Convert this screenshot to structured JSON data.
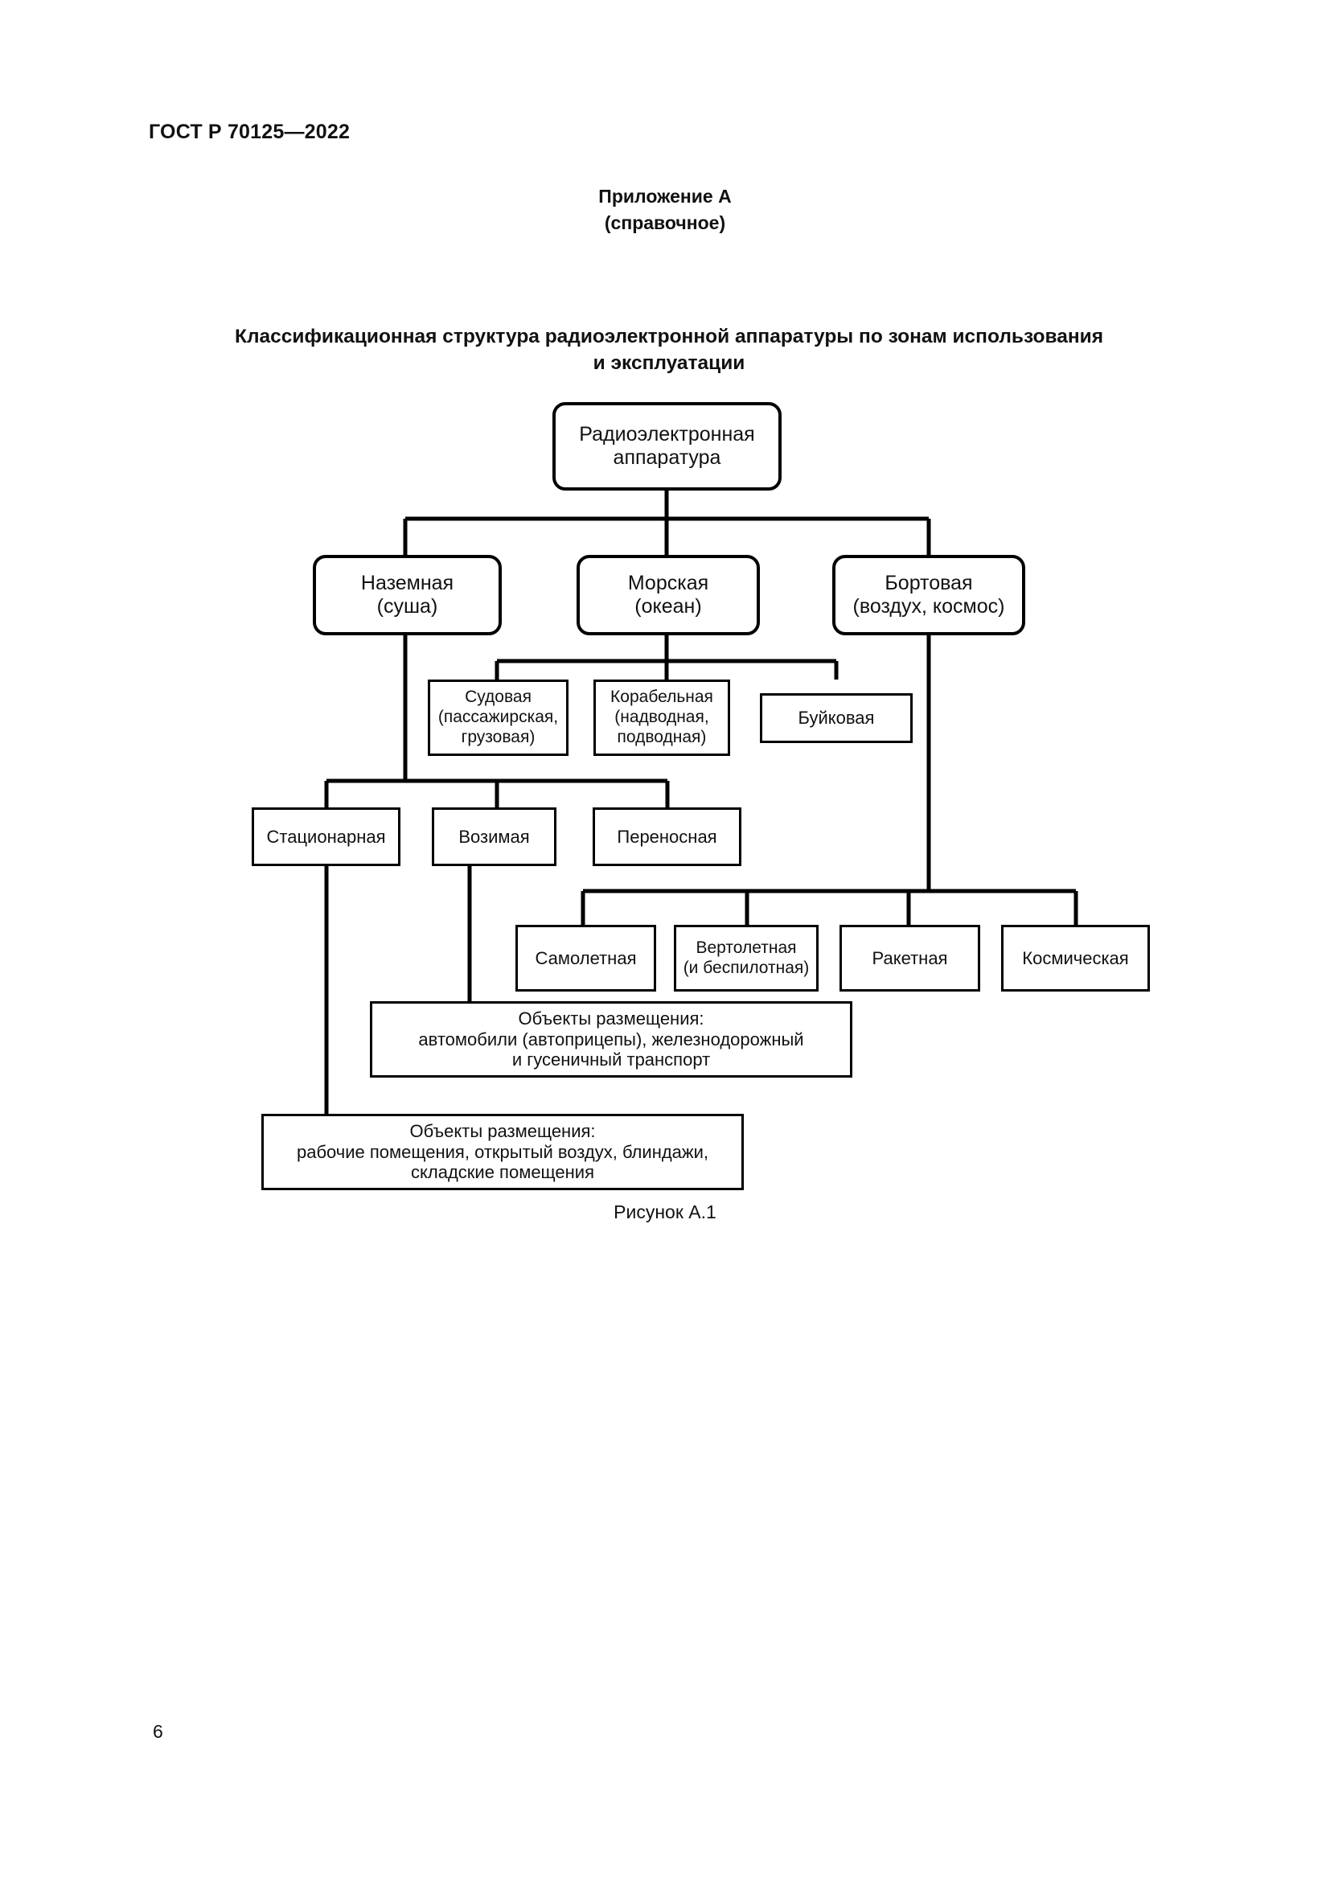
{
  "document": {
    "running_head": "ГОСТ Р 70125—2022",
    "page_number": "6"
  },
  "annex": {
    "title": "Приложение А",
    "subtitle": "(справочное)"
  },
  "figure": {
    "title_line1": "Классификационная структура радиоэлектронной аппаратуры по зонам использования",
    "title_line2": "и  эксплуатации",
    "caption": "Рисунок А.1"
  },
  "chart_data": {
    "type": "diagram",
    "diagram_kind": "tree-classification",
    "title": "Классификационная структура радиоэлектронной аппаратуры по зонам использования и  эксплуатации",
    "nodes": [
      {
        "id": "root",
        "label": "Радиоэлектронная\nаппаратура",
        "level": 0,
        "shape": "rounded-rect"
      },
      {
        "id": "land",
        "label": "Наземная\n(суша)",
        "level": 1,
        "shape": "rounded-rect"
      },
      {
        "id": "sea",
        "label": "Морская\n(океан)",
        "level": 1,
        "shape": "rounded-rect"
      },
      {
        "id": "air",
        "label": "Бортовая\n(воздух, космос)",
        "level": 1,
        "shape": "rounded-rect"
      },
      {
        "id": "ship",
        "label": "Судовая\n(пассажирская,\nгрузовая)",
        "level": 2,
        "shape": "rect"
      },
      {
        "id": "naval",
        "label": "Корабельная\n(надводная,\nподводная)",
        "level": 2,
        "shape": "rect"
      },
      {
        "id": "buoy",
        "label": "Буйковая",
        "level": 2,
        "shape": "rect"
      },
      {
        "id": "stationary",
        "label": "Стационарная",
        "level": 2,
        "shape": "rect"
      },
      {
        "id": "vehicular",
        "label": "Возимая",
        "level": 2,
        "shape": "rect"
      },
      {
        "id": "portable",
        "label": "Переносная",
        "level": 2,
        "shape": "rect"
      },
      {
        "id": "aircraft",
        "label": "Самолетная",
        "level": 2,
        "shape": "rect"
      },
      {
        "id": "helicopter",
        "label": "Вертолетная\n(и беспилотная)",
        "level": 2,
        "shape": "rect"
      },
      {
        "id": "rocket",
        "label": "Ракетная",
        "level": 2,
        "shape": "rect"
      },
      {
        "id": "space",
        "label": "Космическая",
        "level": 2,
        "shape": "rect"
      },
      {
        "id": "transport",
        "label": "Объекты размещения:\nавтомобили (автоприцепы), железнодорожный\nи гусеничный транспорт",
        "level": 3,
        "shape": "rect"
      },
      {
        "id": "premises",
        "label": "Объекты размещения:\nрабочие помещения, открытый воздух, блиндажи,\nскладские помещения",
        "level": 3,
        "shape": "rect"
      }
    ],
    "edges": [
      {
        "from": "root",
        "to": "land"
      },
      {
        "from": "root",
        "to": "sea"
      },
      {
        "from": "root",
        "to": "air"
      },
      {
        "from": "sea",
        "to": "ship"
      },
      {
        "from": "sea",
        "to": "naval"
      },
      {
        "from": "sea",
        "to": "buoy"
      },
      {
        "from": "land",
        "to": "stationary"
      },
      {
        "from": "land",
        "to": "vehicular"
      },
      {
        "from": "land",
        "to": "portable"
      },
      {
        "from": "air",
        "to": "aircraft"
      },
      {
        "from": "air",
        "to": "helicopter"
      },
      {
        "from": "air",
        "to": "rocket"
      },
      {
        "from": "air",
        "to": "space"
      },
      {
        "from": "vehicular",
        "to": "transport"
      },
      {
        "from": "stationary",
        "to": "premises"
      }
    ]
  },
  "nodes": {
    "root": {
      "label": "Радиоэлектронная\nаппаратура"
    },
    "land": {
      "label": "Наземная\n(суша)"
    },
    "sea": {
      "label": "Морская\n(океан)"
    },
    "air": {
      "label": "Бортовая\n(воздух, космос)"
    },
    "ship": {
      "label": "Судовая\n(пассажирская,\nгрузовая)"
    },
    "naval": {
      "label": "Корабельная\n(надводная,\nподводная)"
    },
    "buoy": {
      "label": "Буйковая"
    },
    "stationary": {
      "label": "Стационарная"
    },
    "vehicular": {
      "label": "Возимая"
    },
    "portable": {
      "label": "Переносная"
    },
    "aircraft": {
      "label": "Самолетная"
    },
    "helicopter": {
      "label": "Вертолетная\n(и беспилотная)"
    },
    "rocket": {
      "label": "Ракетная"
    },
    "space": {
      "label": "Космическая"
    },
    "transport": {
      "label": "Объекты размещения:\nавтомобили (автоприцепы), железнодорожный\nи гусеничный транспорт"
    },
    "premises": {
      "label": "Объекты размещения:\nрабочие помещения, открытый воздух, блиндажи,\nскладские помещения"
    }
  }
}
